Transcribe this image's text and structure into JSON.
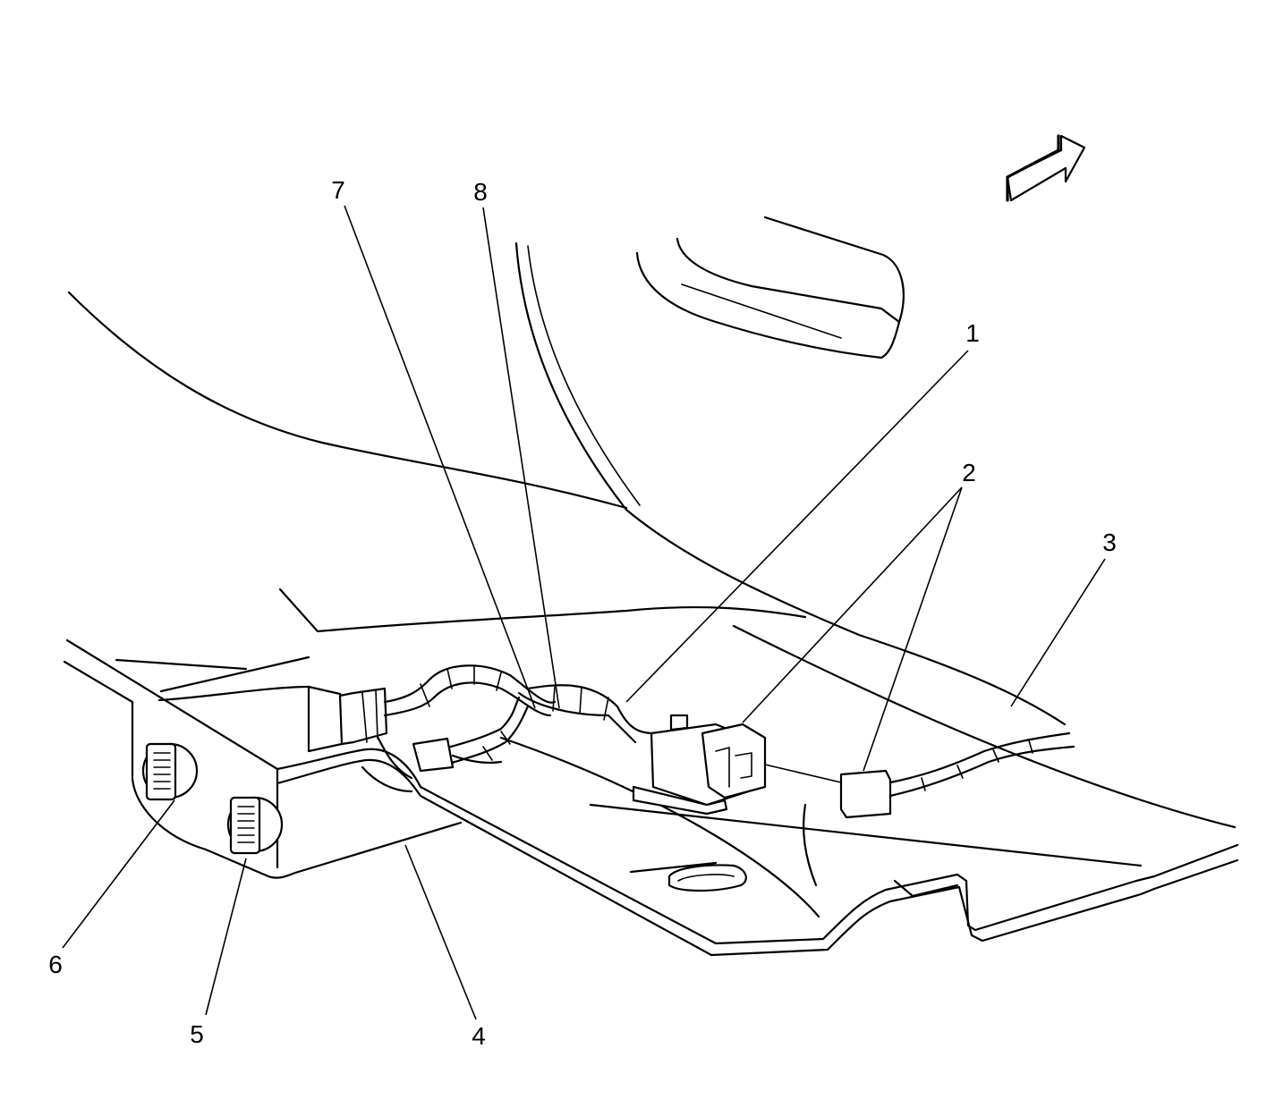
{
  "diagram": {
    "callouts": [
      {
        "id": "1",
        "label": "1"
      },
      {
        "id": "2",
        "label": "2"
      },
      {
        "id": "3",
        "label": "3"
      },
      {
        "id": "4",
        "label": "4"
      },
      {
        "id": "5",
        "label": "5"
      },
      {
        "id": "6",
        "label": "6"
      },
      {
        "id": "7",
        "label": "7"
      },
      {
        "id": "8",
        "label": "8"
      }
    ],
    "icons": {
      "direction": "front-direction-arrow-icon",
      "connector_face": "connector-terminal-icon"
    }
  }
}
